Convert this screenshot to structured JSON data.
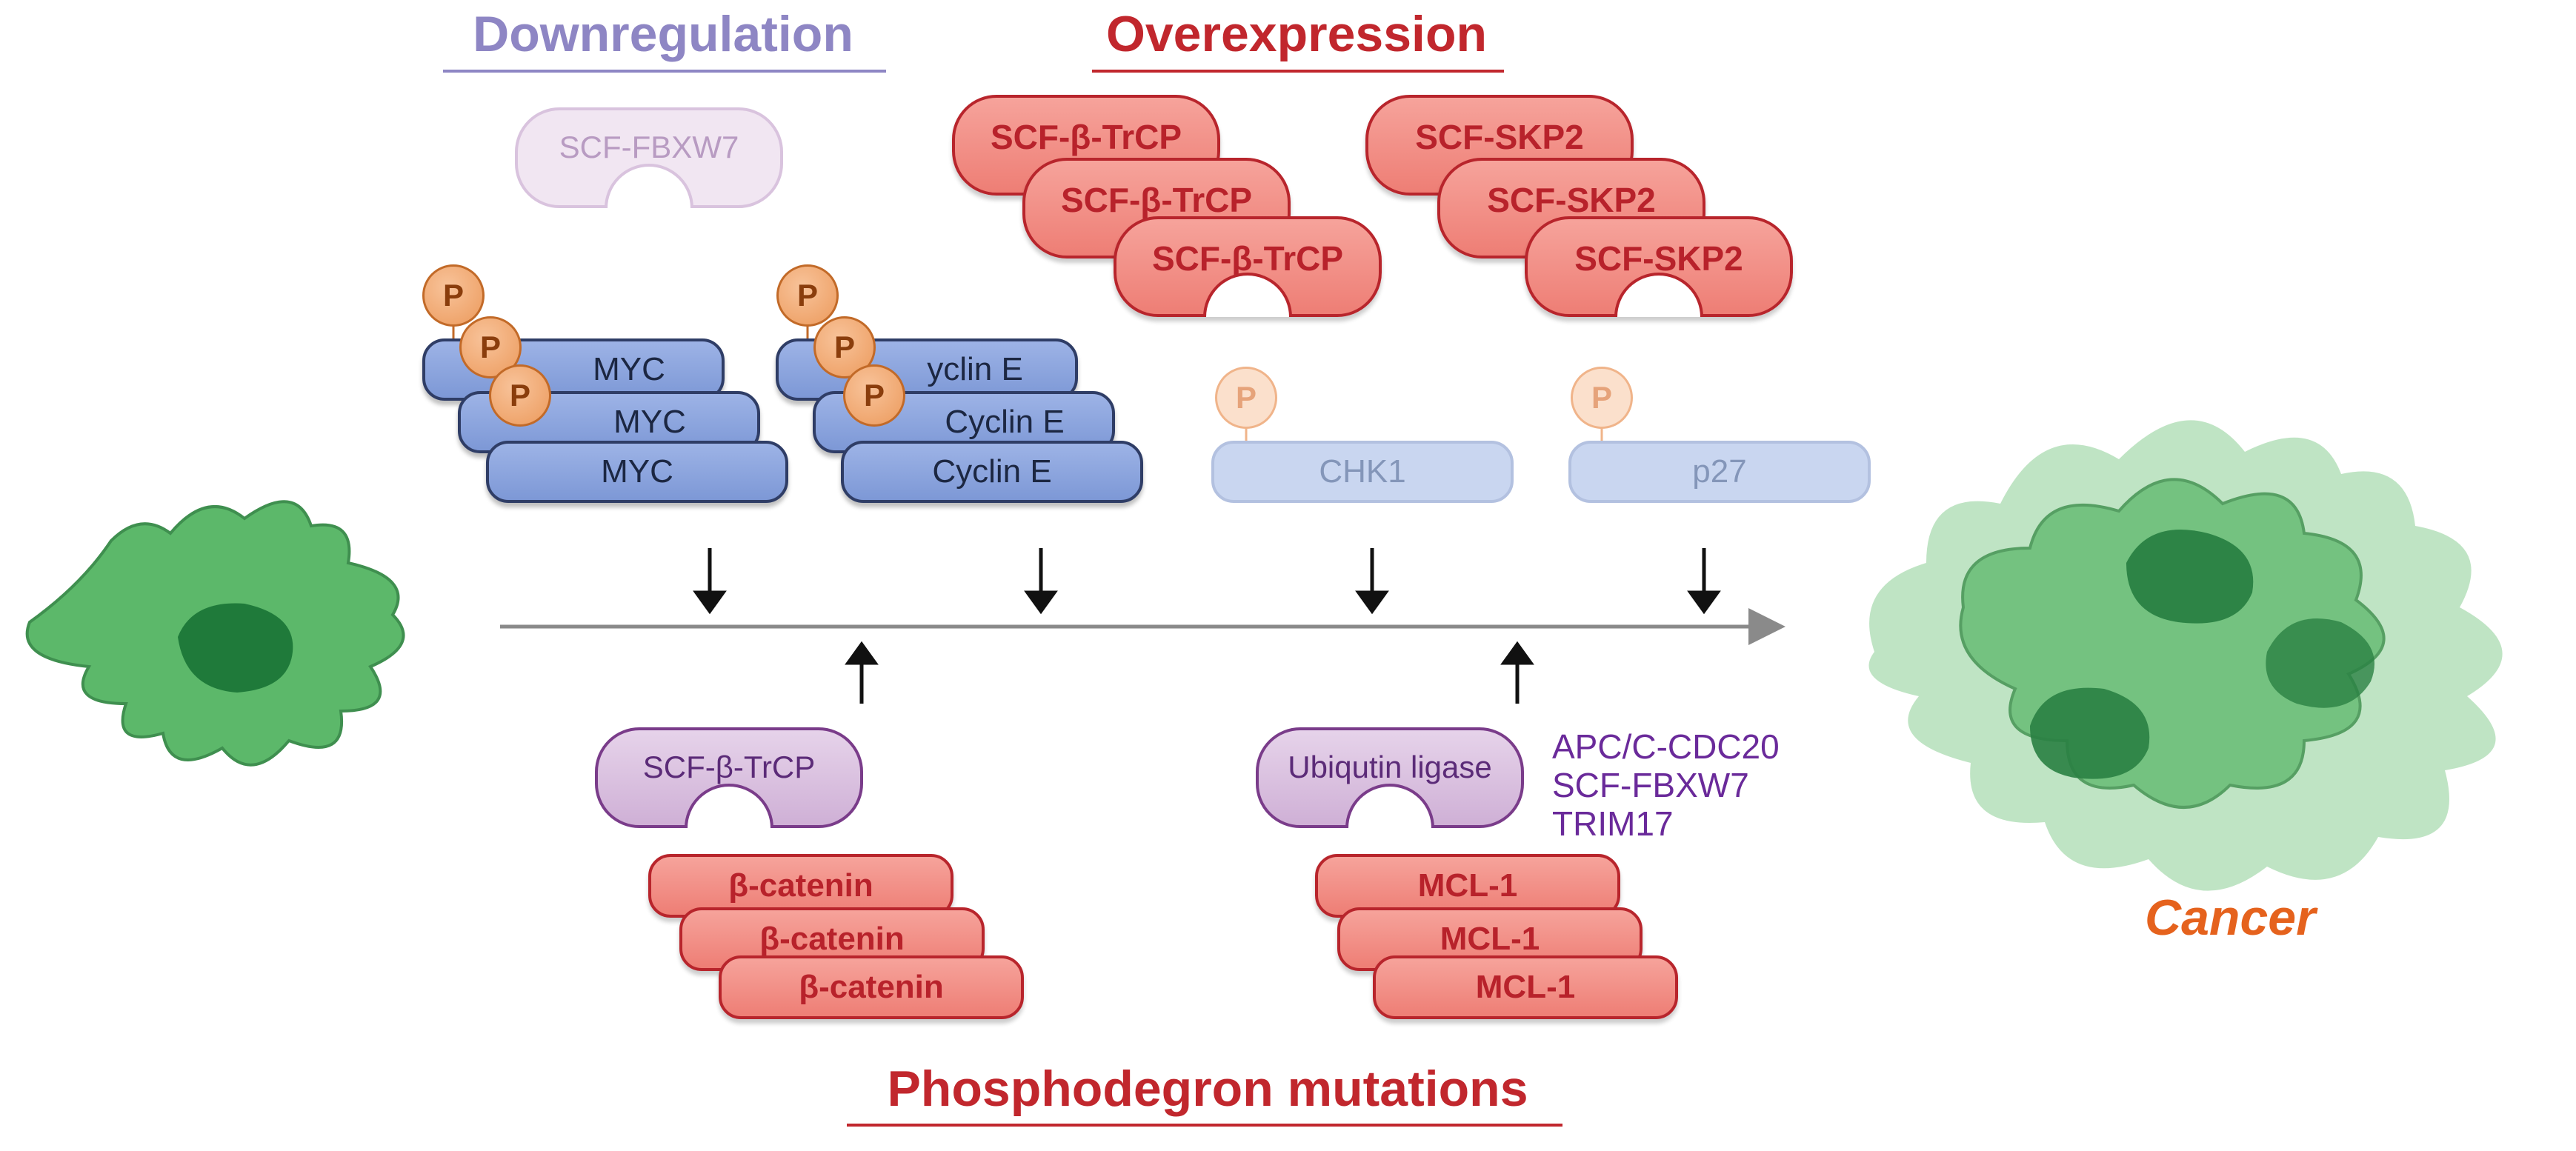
{
  "headings": {
    "downregulation": "Downregulation",
    "overexpression": "Overexpression",
    "phosphodegron": "Phosphodegron mutations"
  },
  "ligases": {
    "fbxw7_faint": "SCF-FBXW7",
    "btrcp": "SCF-β-TrCP",
    "skp2": "SCF-SKP2",
    "btrcp_lower": "SCF-β-TrCP",
    "ubiquitin_ligase": "Ubiqutin ligase"
  },
  "phospho_label": "P",
  "substrates": {
    "myc": "MYC",
    "cyclin_e": "Cyclin E",
    "cyclin_e_partial": "yclin E",
    "chk1": "CHK1",
    "p27": "p27",
    "beta_catenin": "β-catenin",
    "mcl1": "MCL-1"
  },
  "ligase_list": [
    "APC/C-CDC20",
    "SCF-FBXW7",
    "TRIM17"
  ],
  "cancer_label": "Cancer",
  "colors": {
    "downregulation": "#8e86c4",
    "red": "#c1272d",
    "normal_cell": "#5cb86a",
    "nucleus": "#1f7a3a",
    "cancer_cell": "#6dbf7a",
    "cancer_text": "#e5621d"
  }
}
